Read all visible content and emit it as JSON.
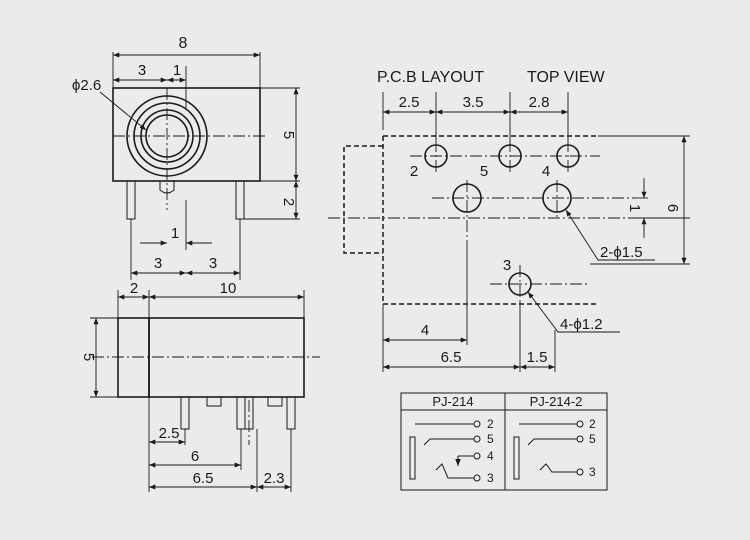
{
  "headings": {
    "pcb_layout": "P.C.B LAYOUT",
    "top_view": "TOP VIEW"
  },
  "front_view": {
    "width": "8",
    "left_offset": "3",
    "small_offset": "1",
    "hole_dia": "ϕ2.6",
    "height": "5",
    "pin_len": "2",
    "pin_gap": "1",
    "pin_left": "3",
    "pin_right": "3"
  },
  "side_view": {
    "front_len": "2",
    "body_len": "10",
    "height": "5",
    "d1": "2.5",
    "d2": "6",
    "d3": "6.5",
    "d4": "2.3"
  },
  "pcb": {
    "top_dims": [
      "2.5",
      "3.5",
      "2.8"
    ],
    "pins": [
      "2",
      "5",
      "4",
      "3"
    ],
    "pin_pitch": "1",
    "height": "6",
    "hole_large": "2-ϕ1.5",
    "hole_small": "4-ϕ1.2",
    "bottom_dims": [
      "4",
      "6.5",
      "1.5"
    ]
  },
  "schematic": {
    "models": [
      "PJ-214",
      "PJ-214-2"
    ],
    "left_pins": [
      "2",
      "5",
      "4",
      "3"
    ],
    "right_pins": [
      "2",
      "5",
      "3"
    ]
  }
}
